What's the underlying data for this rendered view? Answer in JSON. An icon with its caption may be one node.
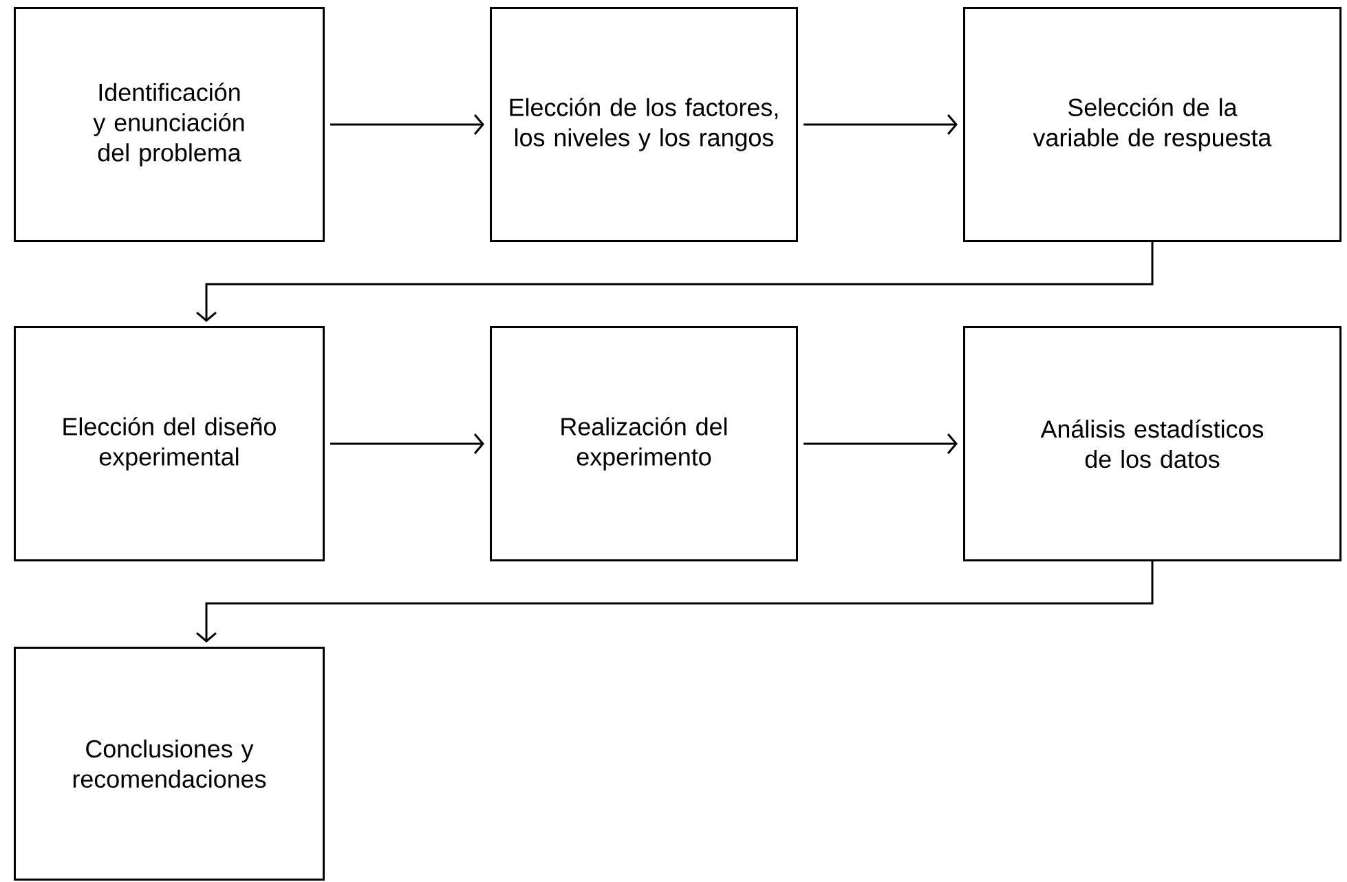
{
  "diagram": {
    "nodes": [
      {
        "text": [
          "Identificación y enunciación del problema"
        ]
      },
      {
        "text": [
          "Elección de los factores, los niveles y los rangos"
        ]
      },
      {
        "text": [
          "Selección de la variable de respuesta"
        ]
      },
      {
        "text": [
          "Elección del diseño experimental"
        ]
      },
      {
        "text": [
          "Realización del experimento"
        ]
      },
      {
        "text": [
          "Análisis estadísticos de los datos"
        ]
      },
      {
        "text": [
          "Conclusiones y recomendaciones"
        ]
      }
    ],
    "edges": [
      {
        "from": 0,
        "to": 1,
        "arrow": "to"
      },
      {
        "from": 1,
        "to": 2,
        "arrow": "to"
      },
      {
        "from": 2,
        "to": 3,
        "arrow": "to"
      },
      {
        "from": 3,
        "to": 4,
        "arrow": "to"
      },
      {
        "from": 4,
        "to": 5,
        "arrow": "to"
      },
      {
        "from": 5,
        "to": 6,
        "arrow": "to"
      }
    ]
  }
}
